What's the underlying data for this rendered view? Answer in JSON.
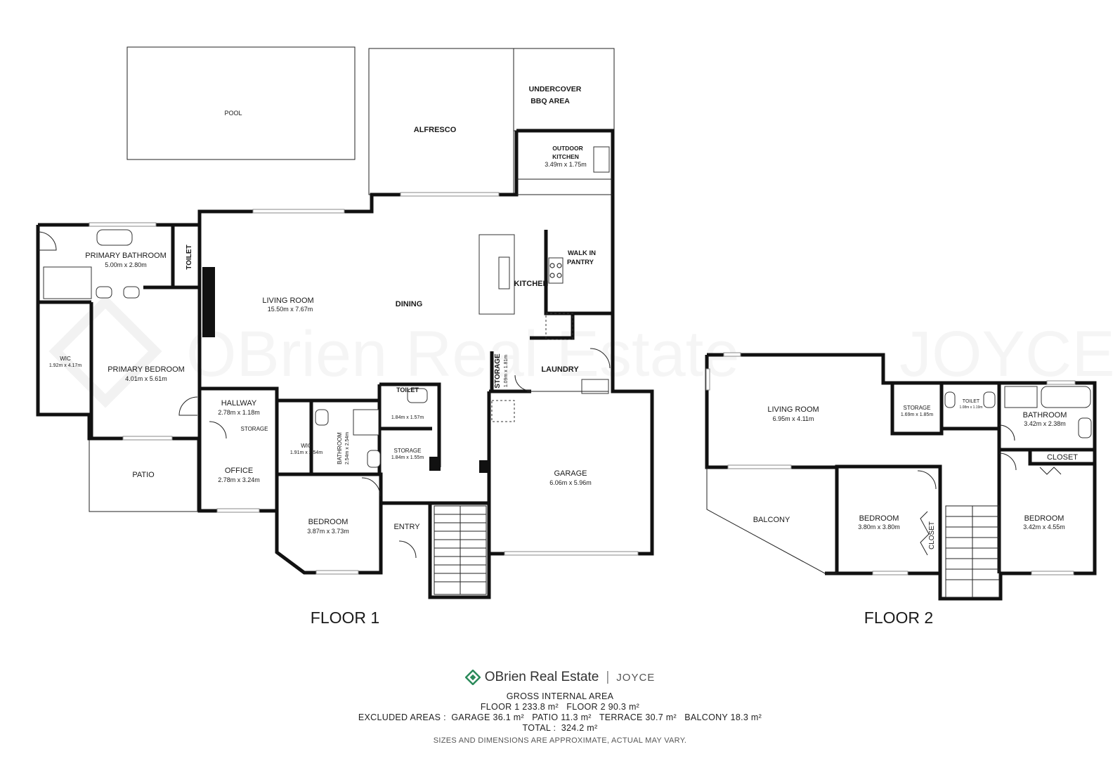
{
  "watermark": {
    "brand": "OBrien Real Estate",
    "sub": "JOYCE"
  },
  "floor1": {
    "title": "FLOOR 1",
    "rooms": {
      "pool": {
        "name": "POOL"
      },
      "alfresco": {
        "name": "ALFRESCO"
      },
      "bbq": {
        "name1": "UNDERCOVER",
        "name2": "BBQ AREA"
      },
      "outdoor_kitchen": {
        "name1": "OUTDOOR",
        "name2": "KITCHEN",
        "dim": "3.49m x 1.75m"
      },
      "primary_bathroom": {
        "name": "PRIMARY BATHROOM",
        "dim": "5.00m x 2.80m"
      },
      "toilet_a": {
        "name": "TOILET"
      },
      "living_room": {
        "name": "LIVING ROOM",
        "dim": "15.50m x 7.67m"
      },
      "dining": {
        "name": "DINING"
      },
      "kitchen": {
        "name": "KITCHEN"
      },
      "walk_in_pantry": {
        "name1": "WALK IN",
        "name2": "PANTRY"
      },
      "wic_a": {
        "name": "WIC",
        "dim": "1.92m x 4.17m"
      },
      "primary_bedroom": {
        "name": "PRIMARY BEDROOM",
        "dim": "4.01m x 5.61m"
      },
      "storage_a": {
        "name": "STORAGE",
        "dim": "1.09m x 1.81m"
      },
      "laundry": {
        "name": "LAUNDRY"
      },
      "toilet_b": {
        "name": "TOILET",
        "dim": "1.84m x 1.57m"
      },
      "hallway": {
        "name": "HALLWAY",
        "dim": "2.78m x 1.18m"
      },
      "storage_b": {
        "name": "STORAGE"
      },
      "wic_b": {
        "name": "WIC",
        "dim": "1.91m x 2.54m"
      },
      "bathroom": {
        "name": "BATHROOM",
        "dim": "2.54m x 2.54m"
      },
      "storage_c": {
        "name": "STORAGE",
        "dim": "1.84m x 1.55m"
      },
      "patio": {
        "name": "PATIO"
      },
      "office": {
        "name": "OFFICE",
        "dim": "2.78m x 3.24m"
      },
      "garage": {
        "name": "GARAGE",
        "dim": "6.06m x 5.96m"
      },
      "bedroom": {
        "name": "BEDROOM",
        "dim": "3.87m x 3.73m"
      },
      "entry": {
        "name": "ENTRY"
      }
    }
  },
  "floor2": {
    "title": "FLOOR 2",
    "rooms": {
      "living_room": {
        "name": "LIVING ROOM",
        "dim": "6.95m x 4.11m"
      },
      "storage": {
        "name": "STORAGE",
        "dim": "1.69m x 1.85m"
      },
      "toilet": {
        "name": "TOILET",
        "dim": "1.08m x 1.19m"
      },
      "bathroom": {
        "name": "BATHROOM",
        "dim": "3.42m x 2.38m"
      },
      "closet_a": {
        "name": "CLOSET"
      },
      "balcony": {
        "name": "BALCONY"
      },
      "bedroom_a": {
        "name": "BEDROOM",
        "dim": "3.80m x 3.80m"
      },
      "closet_b": {
        "name": "CLOSET"
      },
      "bedroom_b": {
        "name": "BEDROOM",
        "dim": "3.42m x 4.55m"
      }
    }
  },
  "footer": {
    "brand": "OBrien Real Estate",
    "sub": "JOYCE",
    "gia_title": "GROSS INTERNAL AREA",
    "floor_areas": "FLOOR 1 233.8 m²   FLOOR 2 90.3 m²",
    "excluded": "EXCLUDED AREAS :  GARAGE 36.1 m²   PATIO 11.3 m²   TERRACE 30.7 m²   BALCONY 18.3 m²",
    "total": "TOTAL :  324.2 m²",
    "disclaimer": "SIZES AND DIMENSIONS ARE APPROXIMATE, ACTUAL MAY VARY."
  }
}
